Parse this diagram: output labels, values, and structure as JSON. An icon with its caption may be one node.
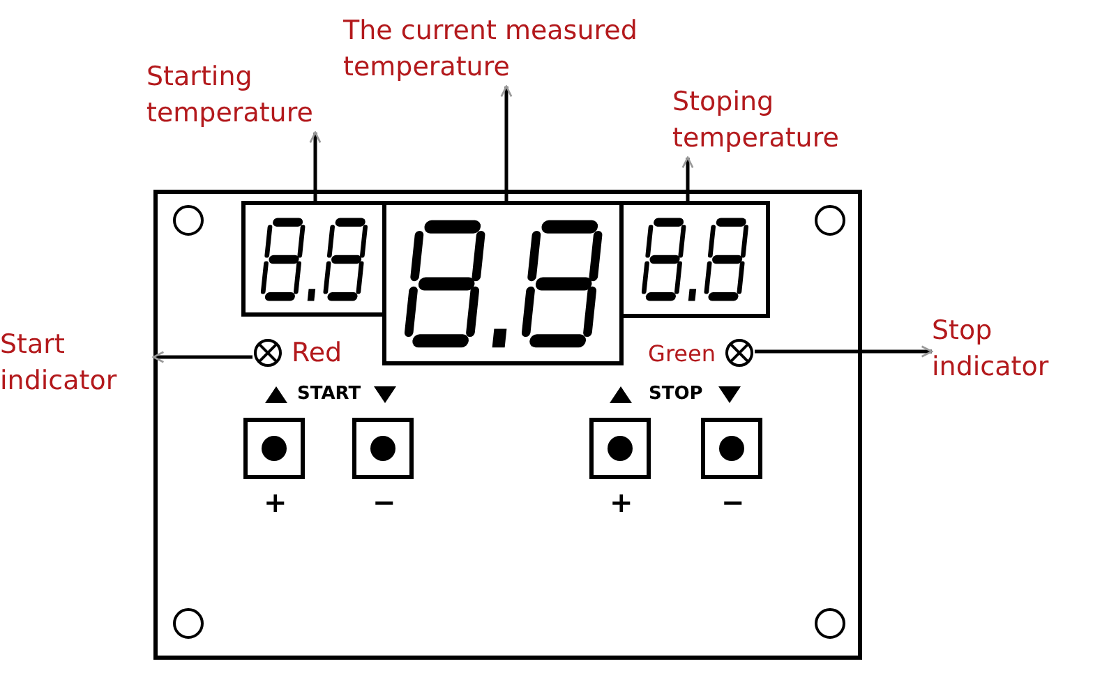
{
  "diagram": {
    "nodes": [
      {
        "text": [],
        "shape": "box"
      },
      {
        "text": [],
        "shape": "box",
        "in": 0
      },
      {
        "text": [],
        "shape": "box",
        "in": 0
      },
      {
        "text": [],
        "shape": "box",
        "in": 0
      },
      {
        "text": [
          "Red"
        ],
        "in": 0
      },
      {
        "text": [
          "Green"
        ],
        "in": 0
      },
      {
        "text": [
          "Starting temperature"
        ]
      },
      {
        "text": [
          "The current measured temperature"
        ]
      },
      {
        "text": [
          "Stoping temperature"
        ]
      },
      {
        "text": [
          "Start indicator"
        ]
      },
      {
        "text": [
          "Stop indicator"
        ]
      }
    ],
    "edges": [
      {
        "from": 1,
        "to": 6,
        "arrow": "to"
      },
      {
        "from": 2,
        "to": 7,
        "arrow": "to"
      },
      {
        "from": 3,
        "to": 8,
        "arrow": "to"
      },
      {
        "from": 4,
        "to": 9,
        "arrow": "to"
      },
      {
        "from": 5,
        "to": 10,
        "arrow": "to"
      }
    ],
    "labels": [
      "START",
      "STOP",
      "+",
      "−",
      "+",
      "−"
    ]
  }
}
